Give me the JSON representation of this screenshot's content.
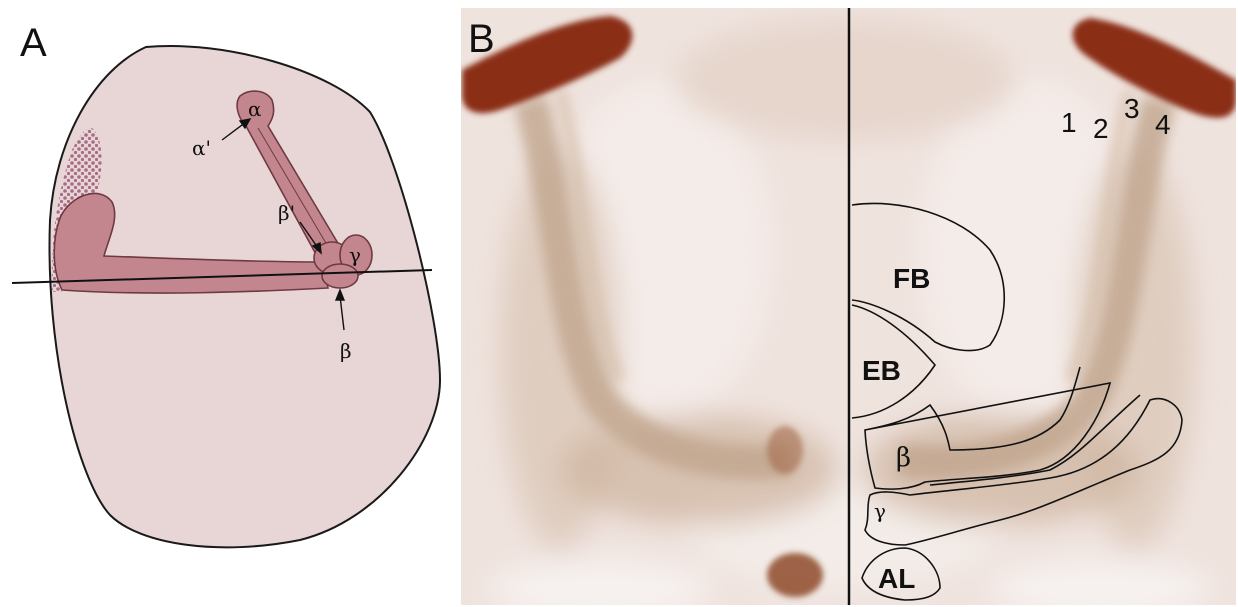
{
  "panels": {
    "a": {
      "letter": "A",
      "lobe_labels": {
        "alpha": "α",
        "alpha_prime": "α'",
        "beta": "β",
        "beta_prime": "β'",
        "gamma": "γ"
      }
    },
    "b": {
      "letter": "B",
      "regions": {
        "fb": "FB",
        "eb": "EB",
        "beta": "β",
        "gamma": "γ",
        "al": "AL"
      },
      "bundle_numbers": [
        "1",
        "2",
        "3",
        "4"
      ]
    }
  },
  "colors": {
    "brain_outline_fill": "#e8d5d6",
    "lobe_fill": "#c4868e",
    "lobe_stroke": "#6e3a42",
    "cell_bodies": "#9b5a78",
    "tissue_background": "#eee1dc",
    "stain_dark": "#8a2f15",
    "stain_light": "#b59b82",
    "line": "#111111"
  }
}
